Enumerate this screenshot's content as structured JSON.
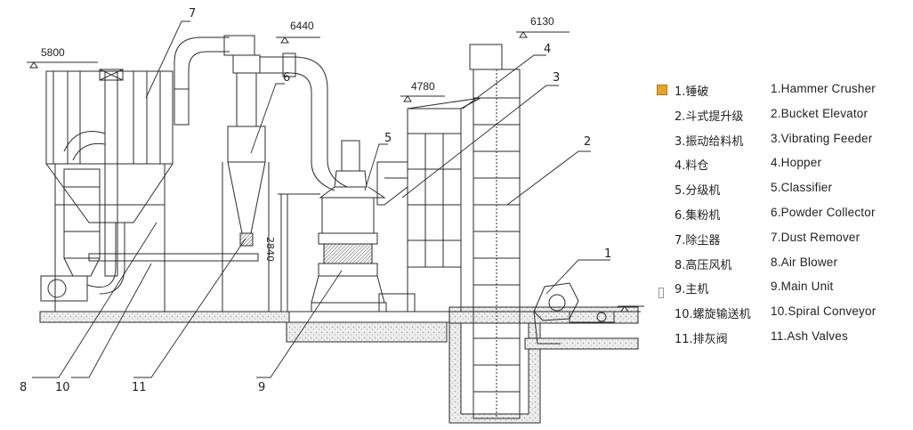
{
  "elevations": {
    "e5800": "5800",
    "e6440": "6440",
    "e6130": "6130",
    "e4780": "4780",
    "d2840": "2840"
  },
  "callouts": {
    "c1": "1",
    "c2": "2",
    "c3": "3",
    "c4": "4",
    "c5": "5",
    "c6": "6",
    "c7": "7",
    "c8": "8",
    "c9": "9",
    "c10": "10",
    "c11": "11"
  },
  "legend": [
    {
      "zh": "1.锤破",
      "en": "1.Hammer Crusher"
    },
    {
      "zh": "2.斗式提升级",
      "en": "2.Bucket Elevator"
    },
    {
      "zh": "3.振动给料机",
      "en": "3.Vibrating Feeder"
    },
    {
      "zh": "4.料仓",
      "en": "4.Hopper"
    },
    {
      "zh": "5.分级机",
      "en": "5.Classifier"
    },
    {
      "zh": "6.集粉机",
      "en": "6.Powder Collector"
    },
    {
      "zh": "7.除尘器",
      "en": "7.Dust Remover"
    },
    {
      "zh": "8.高压风机",
      "en": "8.Air Blower"
    },
    {
      "zh": "9.主机",
      "en": "9.Main Unit"
    },
    {
      "zh": "10.螺旋输送机",
      "en": "10.Spiral Conveyor"
    },
    {
      "zh": "11.排灰阀",
      "en": "11.Ash Valves"
    }
  ],
  "icons": [
    "legend-marker-icon",
    "legend-small-marker-icon"
  ],
  "colors": {
    "line": "#2b2b2b",
    "concrete": "#e4e4e4",
    "marker": "#e6a32a"
  }
}
